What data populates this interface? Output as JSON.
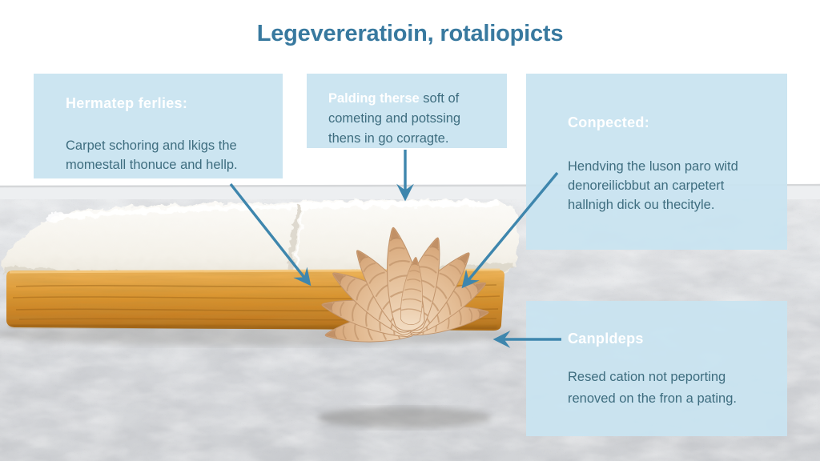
{
  "title": "Legevereratioin, rotaliopicts",
  "boxes": {
    "top_left": {
      "heading": "Hermatep ferlies:",
      "body": "Carpet schoring and lkigs the\nmomestall thonuce and hellp."
    },
    "top_middle": {
      "heading_inline": "Palding therse",
      "body": " soft of\ncometing and potssing\nthens in go corragte."
    },
    "top_right": {
      "heading": "Conpected:",
      "body": "Hendving the luson paro witd\ndenoreilicbbut an carpetert\nhallnigh dick ou thecityle."
    },
    "bottom_right": {
      "heading": "Canpldeps",
      "body": "Resed cation not peporting\nrenoved on the fron a pating."
    }
  },
  "colors": {
    "title_text": "#38799f",
    "box_background": "#c9e3f0",
    "box_heading_text": "#ffffff",
    "box_body_text": "#3e6d7f",
    "arrow": "#3e86ad",
    "wood_padding": "#d9942f",
    "carpet_pile": "#f7f4ee",
    "floor_carpet": "#d9dbde",
    "larvae_cluster": "#e4bc95"
  },
  "illustration": {
    "parts": [
      "wall-background",
      "baseboard-line",
      "floor-carpet",
      "carpet-pile-layer",
      "carpet-seam",
      "wood-padding-layer",
      "larvae-cluster"
    ]
  }
}
